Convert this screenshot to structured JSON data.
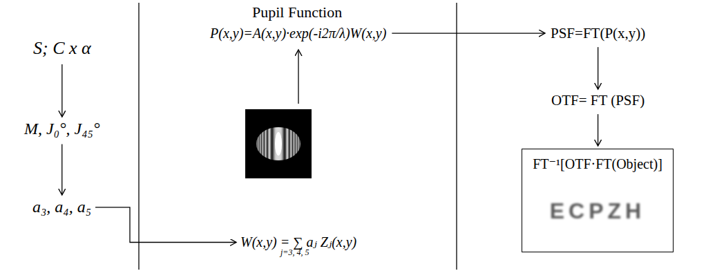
{
  "diagram": {
    "nodes": [
      {
        "text": [
          "S; C x α"
        ]
      },
      {
        "text": [
          "M, J₀°, J₄₅°"
        ]
      },
      {
        "text": [
          "a₃, a₄, a₅"
        ]
      },
      {
        "text": [
          "P(x,y)=A(x,y)·exp(-i2π/λ)W(x,y)"
        ]
      },
      {
        "text": [
          "W(x,y) = ∑ aⱼ Zⱼ(x,y)",
          "j=3, 4, 5"
        ]
      },
      {
        "text": [
          "PSF=FT(P(x,y))"
        ]
      },
      {
        "text": [
          "OTF= FT (PSF)"
        ]
      },
      {
        "text": [
          "FT⁻¹[OTF·FT(Object)]",
          "ECPZH"
        ]
      }
    ],
    "edges": [
      {
        "from": 0,
        "to": 1,
        "arrow": "to"
      },
      {
        "from": 1,
        "to": 2,
        "arrow": "to"
      },
      {
        "from": 2,
        "to": 4,
        "arrow": "to"
      },
      {
        "from": 3,
        "to": 5,
        "arrow": "to"
      },
      {
        "from": 5,
        "to": 6,
        "arrow": "to"
      },
      {
        "from": 6,
        "to": 7,
        "arrow": "to"
      }
    ],
    "labels": [
      "Pupil Function"
    ]
  }
}
